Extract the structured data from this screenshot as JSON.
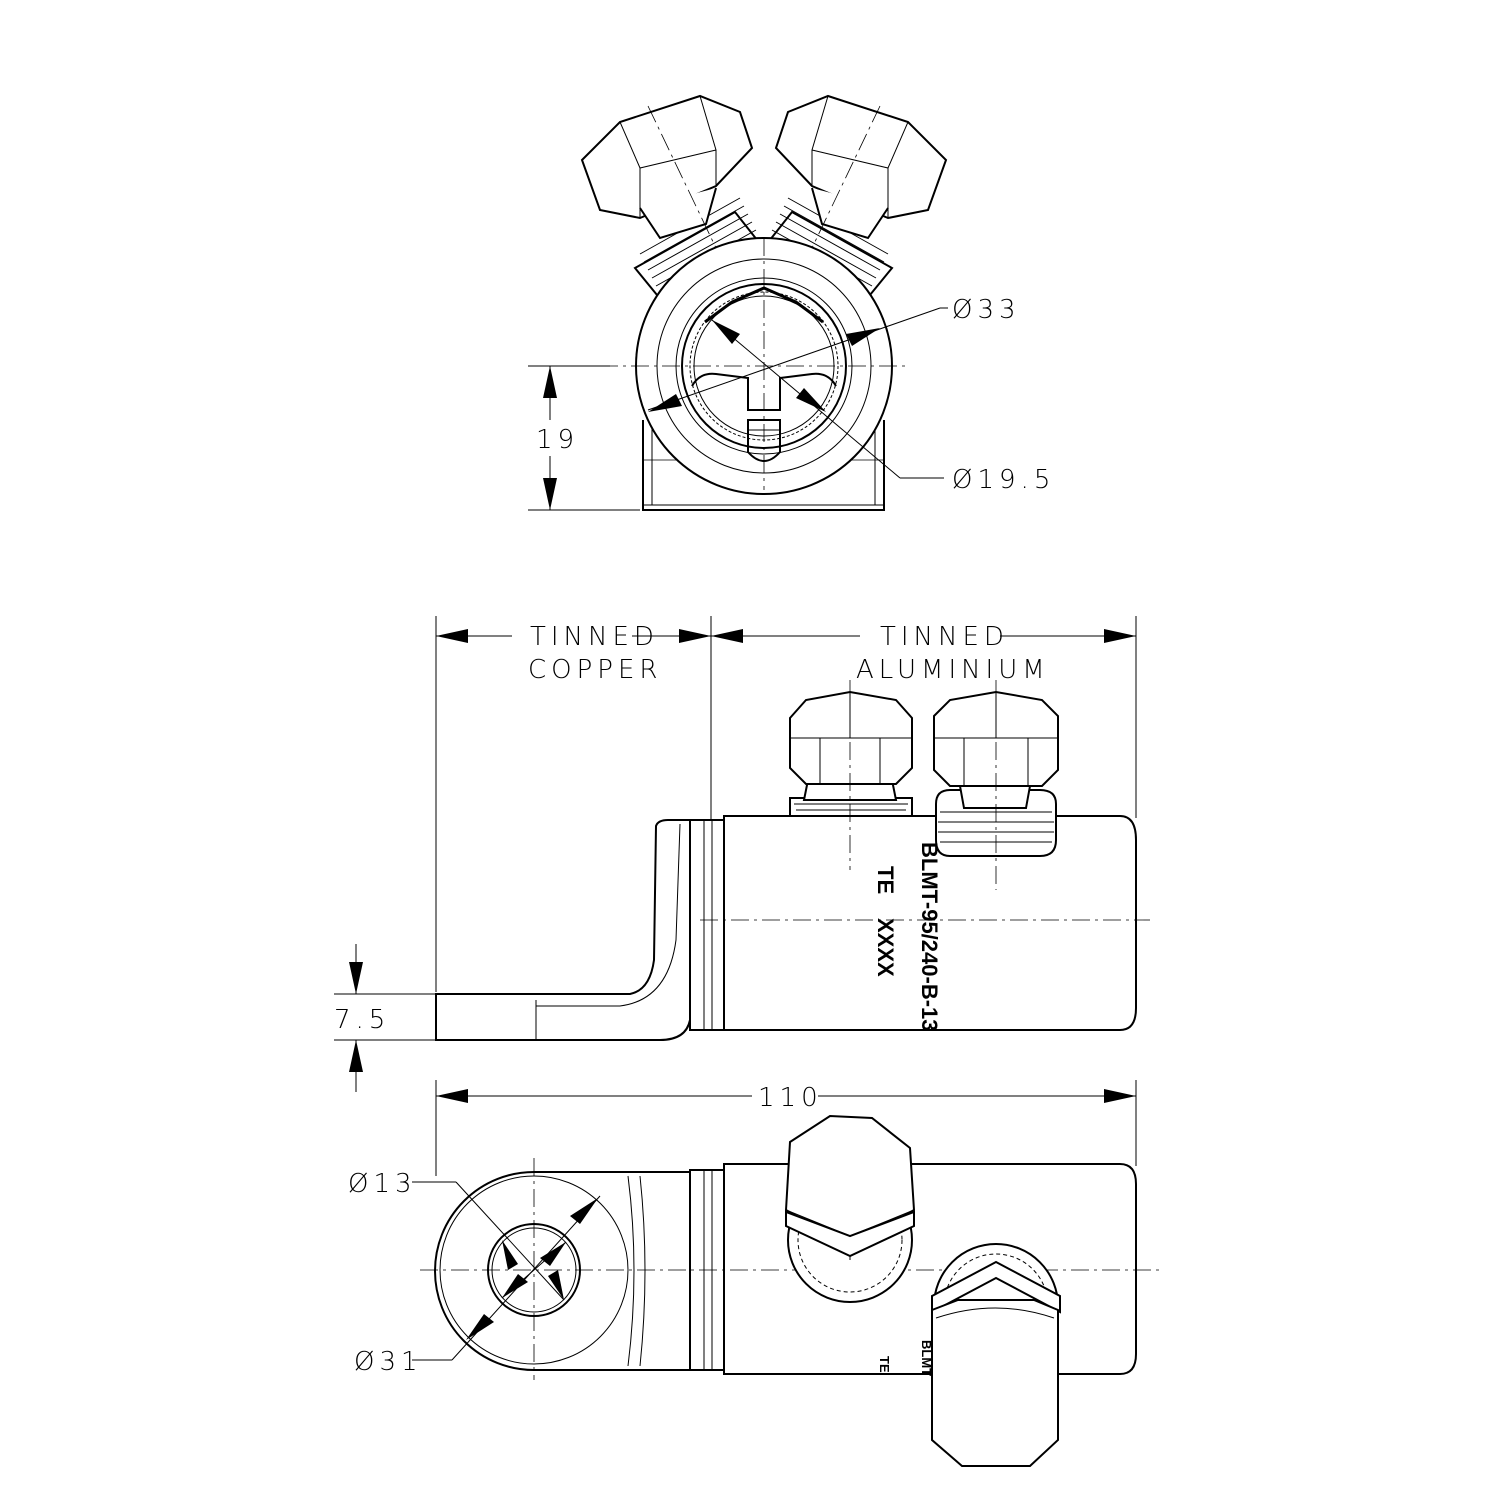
{
  "dimensions": {
    "diam_33": "Ø33",
    "diam_19_5": "Ø19.5",
    "height_19": "19",
    "material_left_line1": "TINNED",
    "material_left_line2": "COPPER",
    "material_right_line1": "TINNED",
    "material_right_line2": "ALUMINIUM",
    "thickness_7_5": "7.5",
    "length_110": "110",
    "diam_13": "Ø13",
    "diam_31": "Ø31"
  },
  "markings": {
    "part_number": "BLMT-95/240-B-13",
    "brand": "TE",
    "code": "XXXX",
    "part_number_short": "BLMT",
    "brand_short": "TE"
  }
}
